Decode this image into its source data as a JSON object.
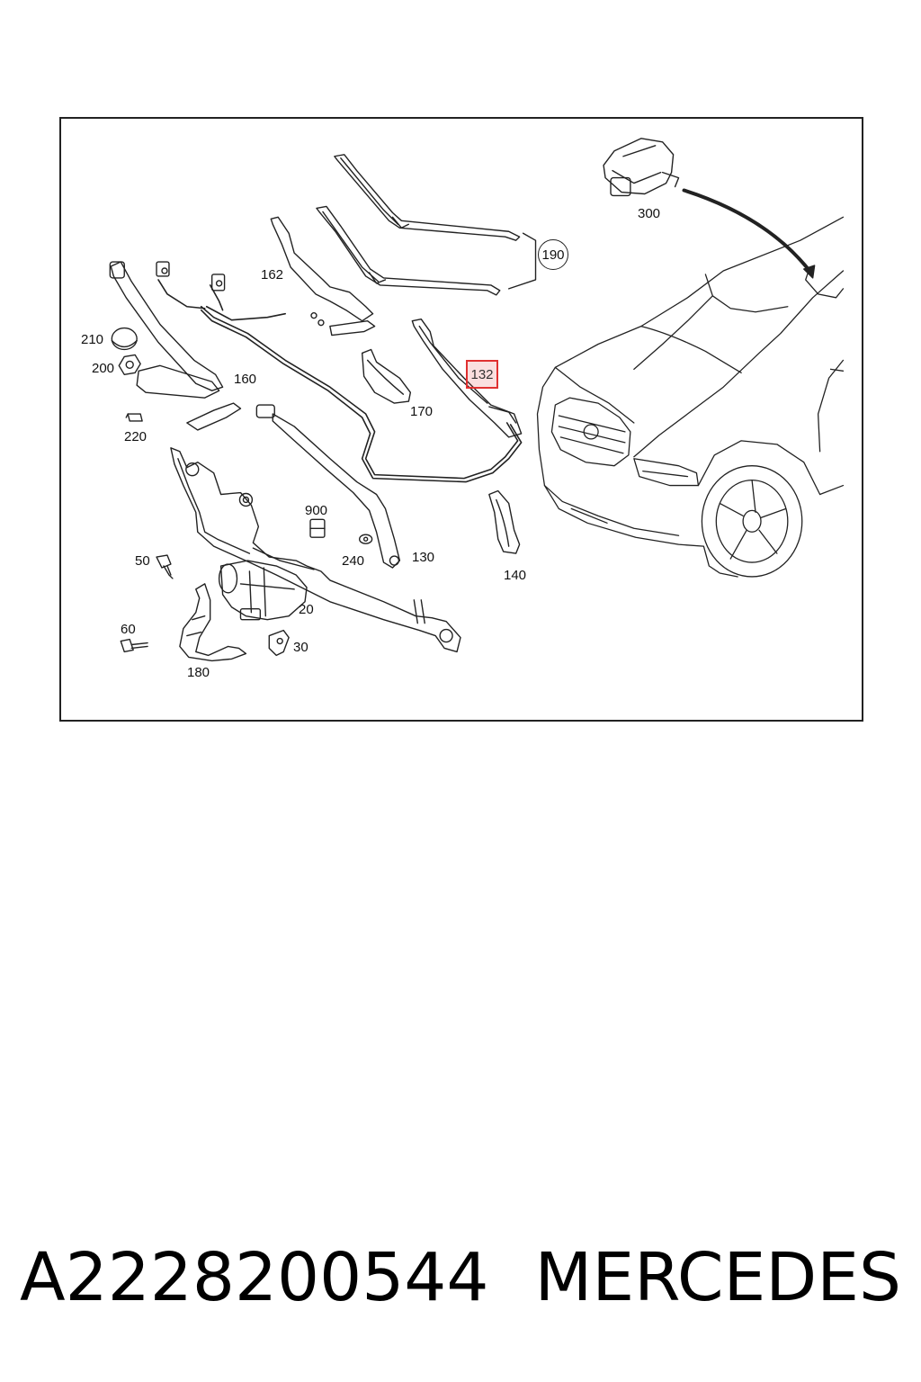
{
  "diagram": {
    "callouts": {
      "c300": "300",
      "c190": "190",
      "c162": "162",
      "c210": "210",
      "c200": "200",
      "c160": "160",
      "c170": "170",
      "c132": "132",
      "c220": "220",
      "c900": "900",
      "c240": "240",
      "c130": "130",
      "c140": "140",
      "c50": "50",
      "c20": "20",
      "c60": "60",
      "c30": "30",
      "c180": "180"
    },
    "highlighted_callout": "132",
    "highlight_color": "#e03030"
  },
  "footer": {
    "part_number": "A2228200544",
    "brand": "MERCEDES"
  }
}
